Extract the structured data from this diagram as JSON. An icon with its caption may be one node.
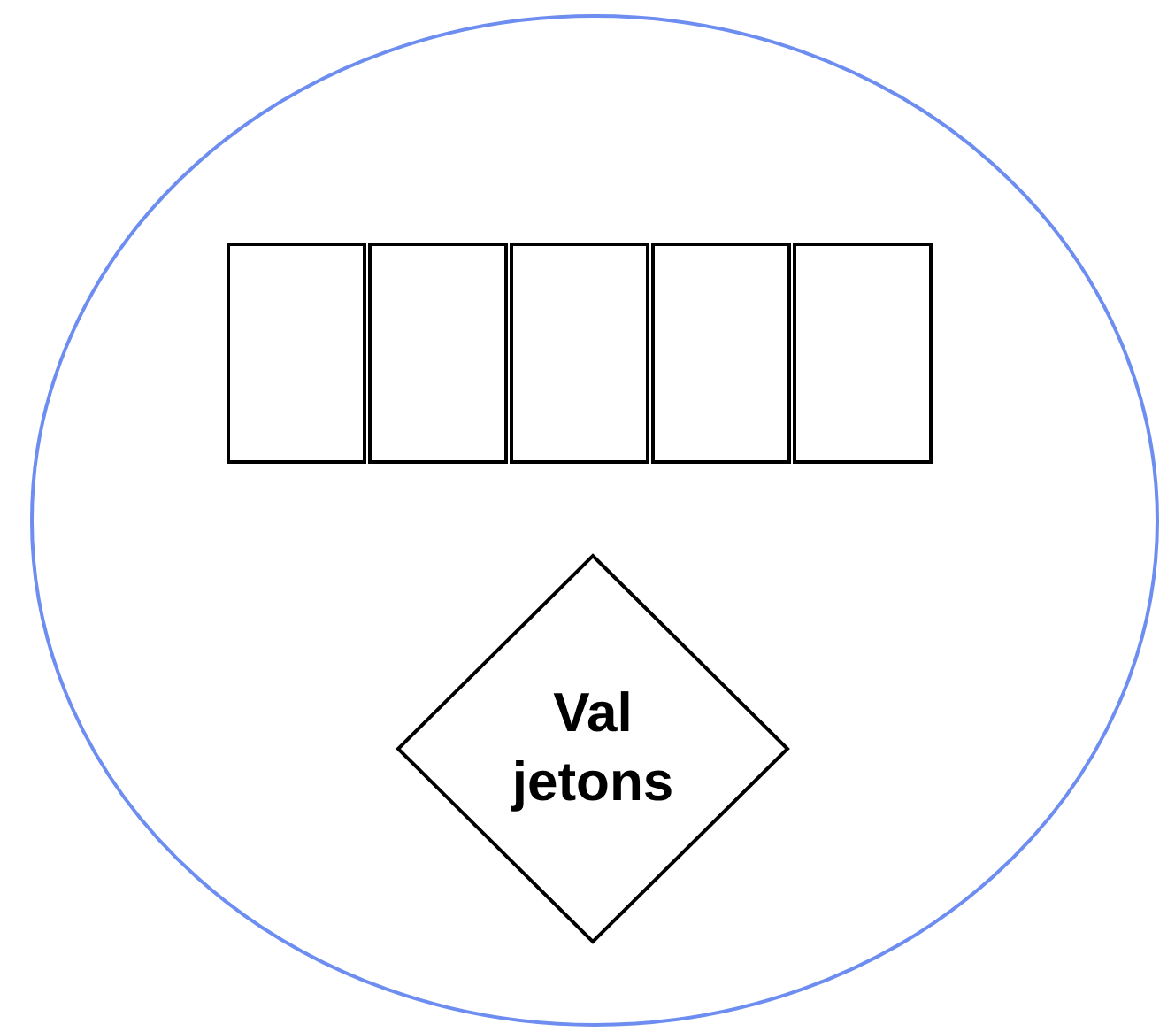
{
  "diagram": {
    "nodes": [
      {
        "text": [],
        "shape": "ellipse"
      },
      {
        "text": [],
        "shape": "box",
        "in": 0
      },
      {
        "text": [],
        "shape": "box",
        "in": 0
      },
      {
        "text": [],
        "shape": "box",
        "in": 0
      },
      {
        "text": [],
        "shape": "box",
        "in": 0
      },
      {
        "text": [],
        "shape": "box",
        "in": 0
      },
      {
        "text": [
          "Val jetons"
        ],
        "in": 0
      }
    ],
    "edges": []
  }
}
